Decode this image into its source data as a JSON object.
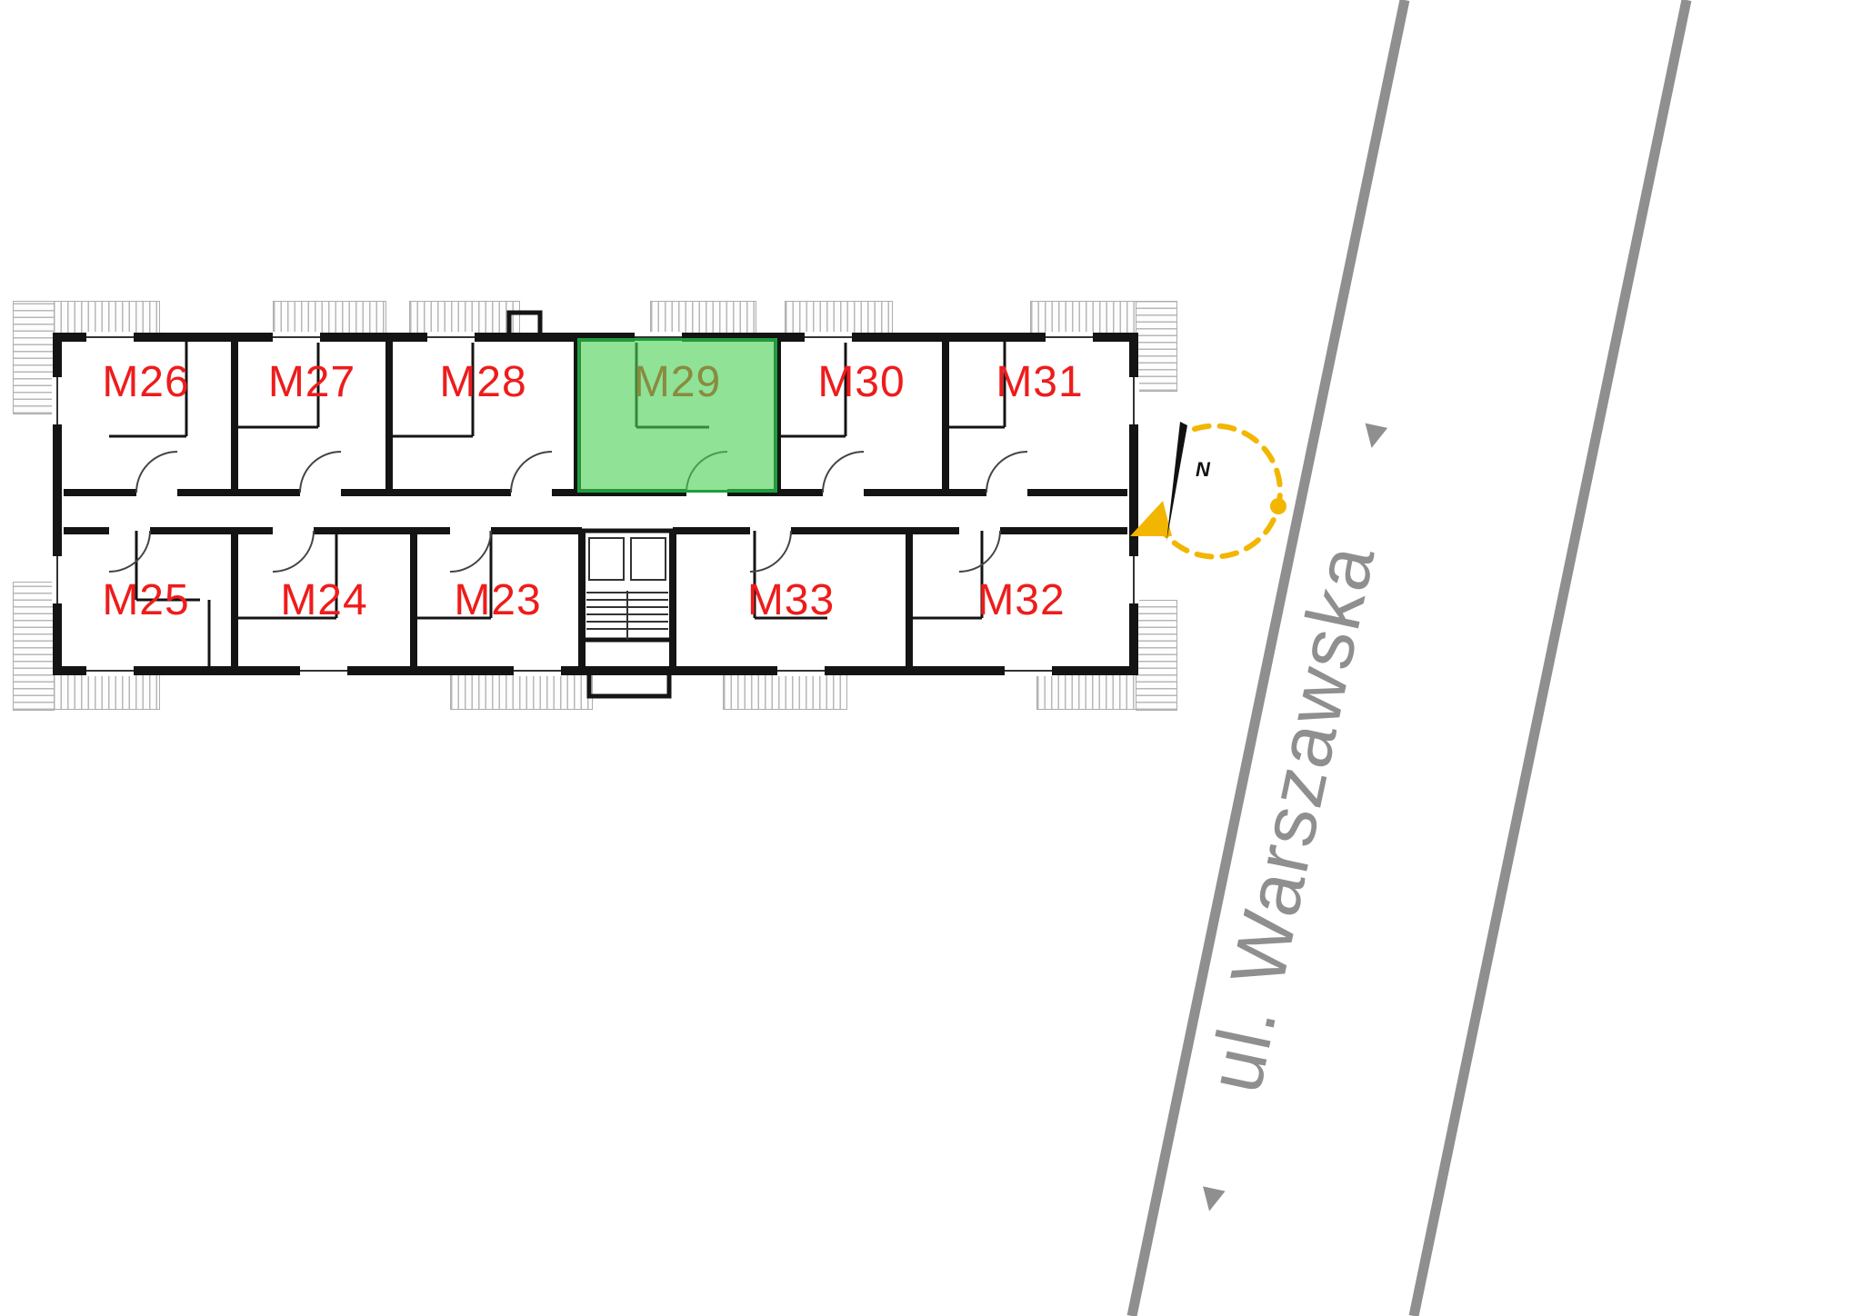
{
  "apartments": [
    {
      "id": "M26"
    },
    {
      "id": "M27"
    },
    {
      "id": "M28"
    },
    {
      "id": "M29"
    },
    {
      "id": "M30"
    },
    {
      "id": "M31"
    },
    {
      "id": "M25"
    },
    {
      "id": "M24"
    },
    {
      "id": "M23"
    },
    {
      "id": "M33"
    },
    {
      "id": "M32"
    }
  ],
  "highlighted_apartment": "M29",
  "street": {
    "name": "ul. Warszawska",
    "arrow_glyph": "◄"
  },
  "compass": {
    "north_label": "N"
  },
  "colors": {
    "label_red": "#ee1c1c",
    "wall_black": "#141414",
    "highlight_green_rgba": "rgba(74,208,86,0.62)",
    "highlight_border": "#1ca03c",
    "street_gray": "#8f8f8f",
    "compass_yellow": "#f2b600"
  }
}
